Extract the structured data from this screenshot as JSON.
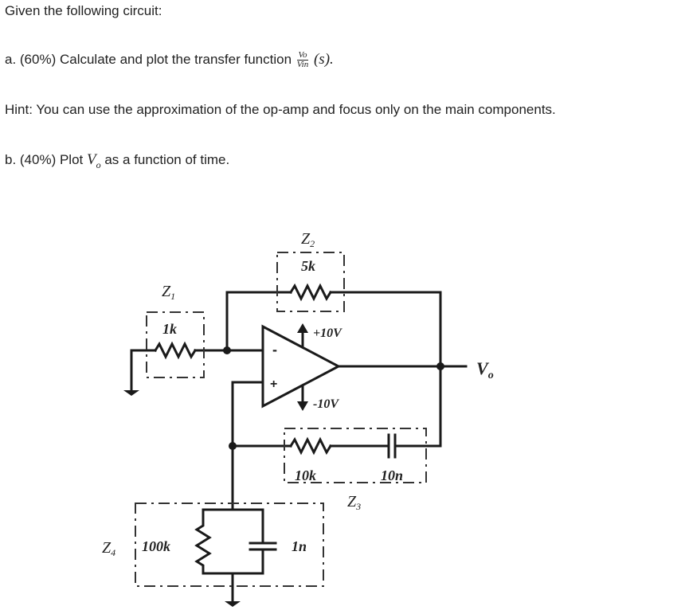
{
  "question": {
    "title": "Given the following circuit:",
    "part_a_prefix": "a. (60%) Calculate and plot the transfer function",
    "part_a_frac_num": "Vo",
    "part_a_frac_den": "Vin",
    "part_a_suffix": "(s).",
    "hint": "Hint: You can use the approximation of the op-amp and focus only on the main components.",
    "part_b_prefix": "b. (40%) Plot",
    "part_b_var": "V",
    "part_b_var_sub": "o",
    "part_b_suffix": "as a function of time."
  },
  "circuit": {
    "z1_label": "Z",
    "z1_sub": "1",
    "z1_value": "1k",
    "z2_label": "Z",
    "z2_sub": "2",
    "z2_value": "5k",
    "z3_label": "Z",
    "z3_sub": "3",
    "z3_res_value": "10k",
    "z3_cap_value": "10n",
    "z4_label": "Z",
    "z4_sub": "4",
    "z4_res_value": "100k",
    "z4_cap_value": "1n",
    "supply_pos": "+10V",
    "supply_neg": "-10V",
    "output_label": "V",
    "output_sub": "o",
    "opamp_minus": "-",
    "opamp_plus": "+"
  },
  "colors": {
    "wire": "#1a1a1a",
    "dashed_box": "#333333",
    "text": "#222222"
  }
}
